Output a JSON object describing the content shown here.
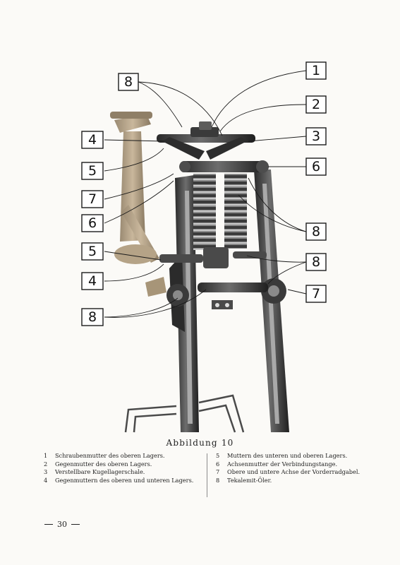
{
  "figure": {
    "callouts": [
      {
        "id": "c8a",
        "label": "8"
      },
      {
        "id": "c1",
        "label": "1"
      },
      {
        "id": "c2",
        "label": "2"
      },
      {
        "id": "c4a",
        "label": "4"
      },
      {
        "id": "c3",
        "label": "3"
      },
      {
        "id": "c5a",
        "label": "5"
      },
      {
        "id": "c6a",
        "label": "6"
      },
      {
        "id": "c7a",
        "label": "7"
      },
      {
        "id": "c6b",
        "label": "6"
      },
      {
        "id": "c8b",
        "label": "8"
      },
      {
        "id": "c5b",
        "label": "5"
      },
      {
        "id": "c8c",
        "label": "8"
      },
      {
        "id": "c4b",
        "label": "4"
      },
      {
        "id": "c7b",
        "label": "7"
      },
      {
        "id": "c8d",
        "label": "8"
      }
    ]
  },
  "caption": "Abbildung 10",
  "legend": {
    "left": [
      {
        "num": "1",
        "text": "Schraubenmutter des oberen Lagers."
      },
      {
        "num": "2",
        "text": "Gegenmutter des oberen Lagers."
      },
      {
        "num": "3",
        "text": "Verstellbare Kugellagerschale."
      },
      {
        "num": "4",
        "text": "Gegenmuttern des oberen und unteren Lagers."
      }
    ],
    "right": [
      {
        "num": "5",
        "text": "Muttern des unteren und oberen Lagers."
      },
      {
        "num": "6",
        "text": "Achsenmutter der Verbindungstange."
      },
      {
        "num": "7",
        "text": "Obere und untere Achse der Vorderradgabel."
      },
      {
        "num": "8",
        "text": "Tekalemit-Öler."
      }
    ]
  },
  "page_number": "30"
}
